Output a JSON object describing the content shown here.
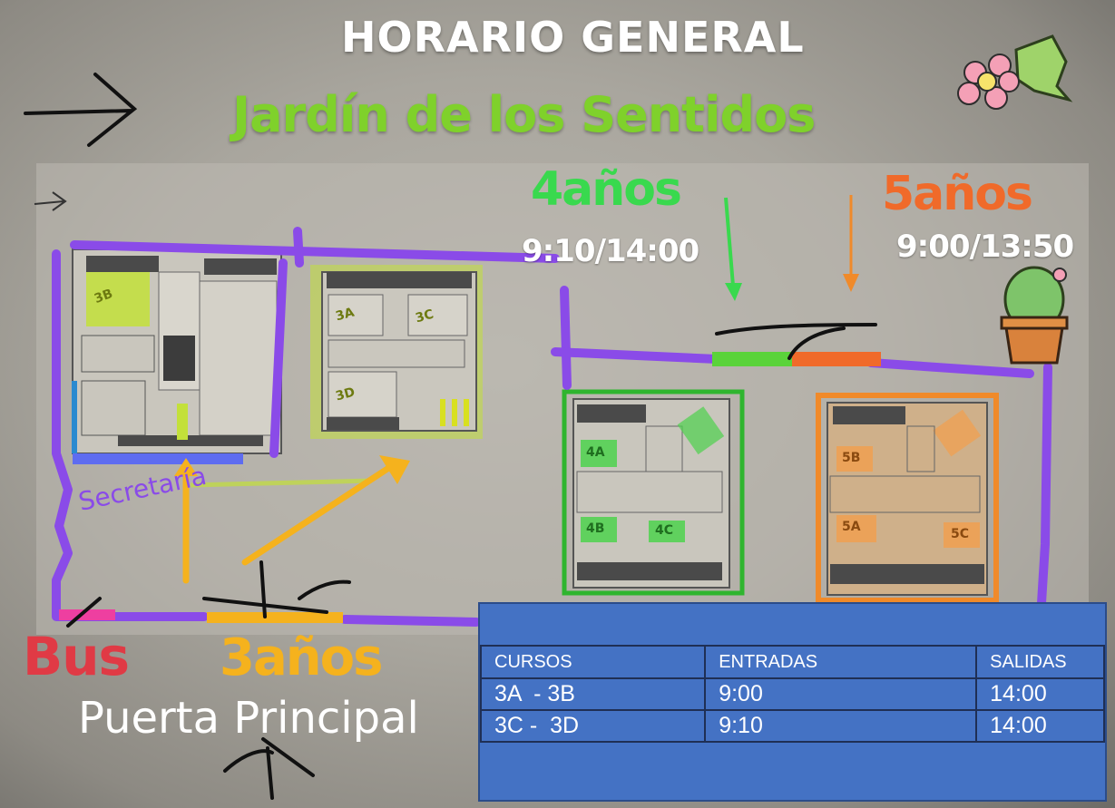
{
  "title": "HORARIO GENERAL",
  "subtitle": "Jardín de los Sentidos",
  "groups": {
    "four": {
      "label": "4años",
      "time": "9:10/14:00"
    },
    "five": {
      "label": "5años",
      "time": "9:00/13:50"
    },
    "three": {
      "label": "3años"
    }
  },
  "entrances": {
    "bus": "Bus",
    "main_door": "Puerta Principal"
  },
  "labels": {
    "secretaria": "Secretaría"
  },
  "rooms": [
    "3B",
    "3A",
    "3C",
    "3D",
    "4A",
    "4B",
    "4C",
    "5A",
    "5B",
    "5C"
  ],
  "colors": {
    "title": "#ffffff",
    "subtitle": "#7fd12b",
    "four": "#39d94e",
    "five": "#f06a2a",
    "three": "#f5b21d",
    "bus": "#e03a45",
    "wall": "#8a4be8",
    "table_bg": "#4472c4"
  },
  "schedule": {
    "headers": [
      "CURSOS",
      "ENTRADAS",
      "SALIDAS"
    ],
    "rows": [
      [
        "3A  - 3B",
        "9:00",
        "14:00"
      ],
      [
        "3C -  3D",
        "9:10",
        "14:00"
      ]
    ]
  }
}
